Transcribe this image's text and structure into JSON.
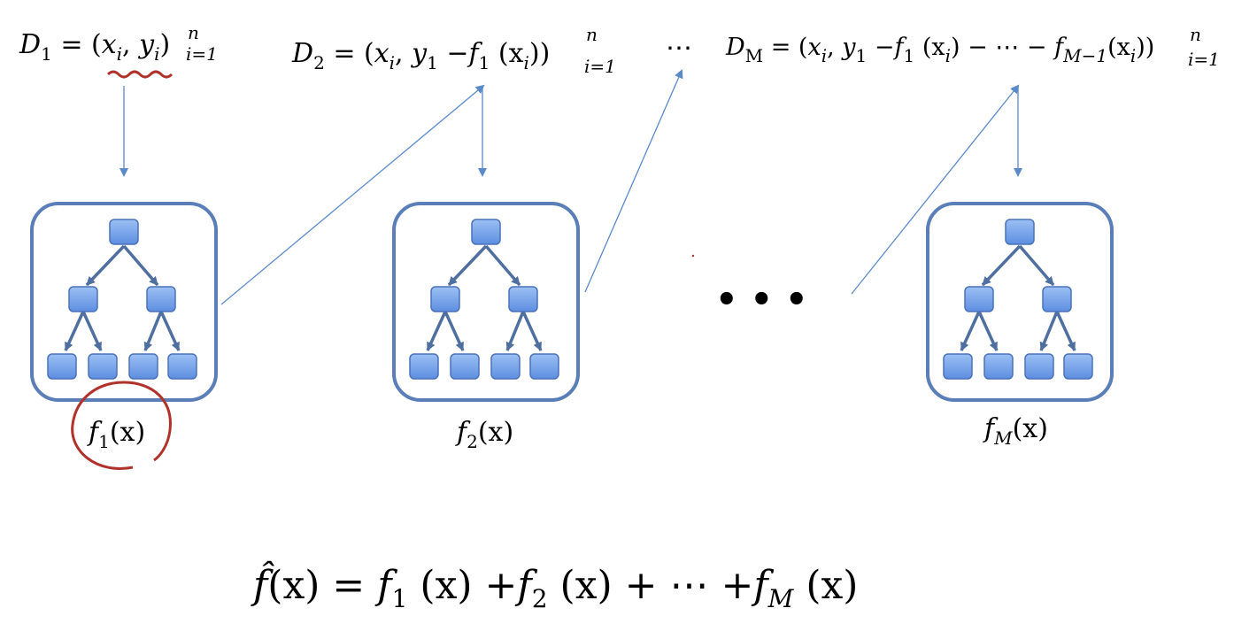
{
  "datasets": [
    {
      "id": "d1",
      "name_main": "D",
      "name_sub": "1",
      "parts": {
        "eq_open": " = (",
        "x": "x",
        "x_sub": "i",
        "comma": ", ",
        "y": "y",
        "y_sub": "i",
        "close": ")",
        "sup": "n",
        "range": "i=1"
      }
    },
    {
      "id": "d2",
      "name_main": "D",
      "name_sub": "2",
      "parts": {
        "eq_open": " = (",
        "x": "x",
        "x_sub": "i",
        "comma": ", ",
        "y": "y",
        "y_sub": "1",
        "minus1": " −",
        "f": "f",
        "f_sub": "1",
        "arg": " (x",
        "arg_sub": "i",
        "arg_close": "))",
        "sup": "n",
        "range": "i=1"
      }
    },
    {
      "id": "dm",
      "name_main": "D",
      "name_sub": "M",
      "parts": {
        "eq_open": " = (",
        "x": "x",
        "x_sub": "i",
        "comma": ", ",
        "y": "y",
        "y_sub": "1",
        "minus1": " −",
        "f": "f",
        "f_sub": "1",
        "arg": " (x",
        "arg_sub": "i",
        "mid": ") − ⋯ − ",
        "f2": "f",
        "f2_sub": "M−1",
        "arg2": "(x",
        "arg2_sub": "i",
        "arg2_close": "))",
        "sup": "n",
        "range": "i=1"
      }
    }
  ],
  "top_ellipsis": "⋯",
  "middle_ellipsis": "• • •",
  "trees": [
    {
      "id": "f1",
      "fn": "f",
      "sub": "1",
      "arg": "(x)"
    },
    {
      "id": "f2",
      "fn": "f",
      "sub": "2",
      "arg": "(x)"
    },
    {
      "id": "fm",
      "fn": "f",
      "sub": "M",
      "arg": "(x)"
    }
  ],
  "final_formula": {
    "fhat": "f̂",
    "lhs_arg": "(x) = ",
    "t1_f": "f",
    "t1_sub": "1",
    "t1_arg": " (x) +",
    "t2_f": "f",
    "t2_sub": "2",
    "t2_arg": " (x) + ⋯ +",
    "tm_f": "f",
    "tm_sub": "M",
    "tm_arg": " (x)"
  },
  "colors": {
    "arrow": "#5b8ac8",
    "box_stroke": "#5a7fb8",
    "node_fill": "#6f9ee6",
    "node_stroke": "#4a72b8",
    "edge": "#4f6fa0",
    "annotation": "#b0322a"
  }
}
